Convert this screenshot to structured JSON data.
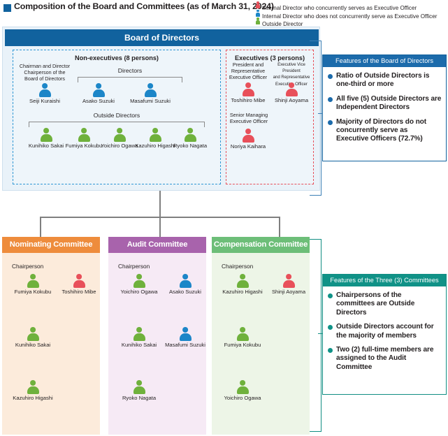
{
  "title": {
    "text": "Composition of the Board and Committees (as of March 31, 2024)",
    "bullet_color": "#11629E"
  },
  "legend": {
    "items": [
      {
        "icon": "person-icon-red",
        "color": "#E8505A",
        "label": "Internal Director who concurrently serves as  Executive Officer"
      },
      {
        "icon": "person-icon-blue",
        "color": "#1C86C8",
        "label": "Internal Director who does not concurrently serve as Executive Officer"
      },
      {
        "icon": "person-icon-green",
        "color": "#6FB13C",
        "label": "Outside Director"
      }
    ]
  },
  "board": {
    "header": "Board of Directors",
    "header_color": "#11629E",
    "nonexec": {
      "title": "Non-executives (8 persons)",
      "chairman_role": "Chairman and Director\nChairperson of the\nBoard of Directors",
      "chairman": {
        "name": "Seiji Kuraishi",
        "type": "blue"
      },
      "directors_label": "Directors",
      "directors": [
        {
          "name": "Asako Suzuki",
          "type": "blue"
        },
        {
          "name": "Masafumi Suzuki",
          "type": "blue"
        }
      ],
      "outside_label": "Outside Directors",
      "outside": [
        {
          "name": "Kunihiko Sakai",
          "type": "green"
        },
        {
          "name": "Fumiya Kokubu",
          "type": "green"
        },
        {
          "name": "Yoichiro Ogawa",
          "type": "green"
        },
        {
          "name": "Kazuhiro Higashi",
          "type": "green"
        },
        {
          "name": "Ryoko Nagata",
          "type": "green"
        }
      ]
    },
    "exec": {
      "title": "Executives (3 persons)",
      "roles": [
        "President and\nRepresentative\nExecutive Officer",
        "Executive Vice President\nand Representative\nExecutive Officer"
      ],
      "top_members": [
        {
          "name": "Toshihiro Mibe",
          "type": "red"
        },
        {
          "name": "Shinji Aoyama",
          "type": "red"
        }
      ],
      "senior_role": "Senior Managing\nExecutive Officer",
      "senior_member": {
        "name": "Noriya Kaihara",
        "type": "red"
      }
    }
  },
  "features_board": {
    "heading": "Features of the Board of Directors",
    "accent": "#1C6BAB",
    "items": [
      "Ratio of Outside Directors is one-third or more",
      "All five (5) Outside Directors are Independent Directors",
      "Majority of Directors do not concurrently serve as Executive Officers (72.7%)"
    ]
  },
  "features_committees": {
    "heading": "Features of the Three (3) Committees",
    "accent": "#109287",
    "items": [
      "Chairpersons of the committees are Outside Directors",
      "Outside Directors account for the majority of members",
      "Two (2) full-time members are assigned to the Audit Committee"
    ]
  },
  "committees": [
    {
      "name": "Nominating Committee",
      "header_color": "#EE8C3C",
      "body_color": "#FCEBDB",
      "chair_label": "Chairperson",
      "members": [
        {
          "name": "Fumiya Kokubu",
          "type": "green"
        },
        {
          "name": "Toshihiro Mibe",
          "type": "red"
        },
        {
          "name": "Kunihiko Sakai",
          "type": "green"
        },
        {
          "name": "Kazuhiro Higashi",
          "type": "green"
        }
      ]
    },
    {
      "name": "Audit Committee",
      "header_color": "#A863AC",
      "body_color": "#F6EAF5",
      "chair_label": "Chairperson",
      "members": [
        {
          "name": "Yoichiro Ogawa",
          "type": "green"
        },
        {
          "name": "Asako Suzuki",
          "type": "blue"
        },
        {
          "name": "Kunihiko Sakai",
          "type": "green"
        },
        {
          "name": "Masafumi Suzuki",
          "type": "blue"
        },
        {
          "name": "Ryoko Nagata",
          "type": "green"
        }
      ]
    },
    {
      "name": "Compensation Committee",
      "header_color": "#6DBE78",
      "body_color": "#EDF5E7",
      "chair_label": "Chairperson",
      "members": [
        {
          "name": "Kazuhiro Higashi",
          "type": "green"
        },
        {
          "name": "Shinji Aoyama",
          "type": "red"
        },
        {
          "name": "Fumiya Kokubu",
          "type": "green"
        },
        {
          "name": "Yoichiro Ogawa",
          "type": "green"
        }
      ]
    }
  ],
  "colors": {
    "red": "#E8505A",
    "blue": "#1C86C8",
    "green": "#6FB13C"
  }
}
